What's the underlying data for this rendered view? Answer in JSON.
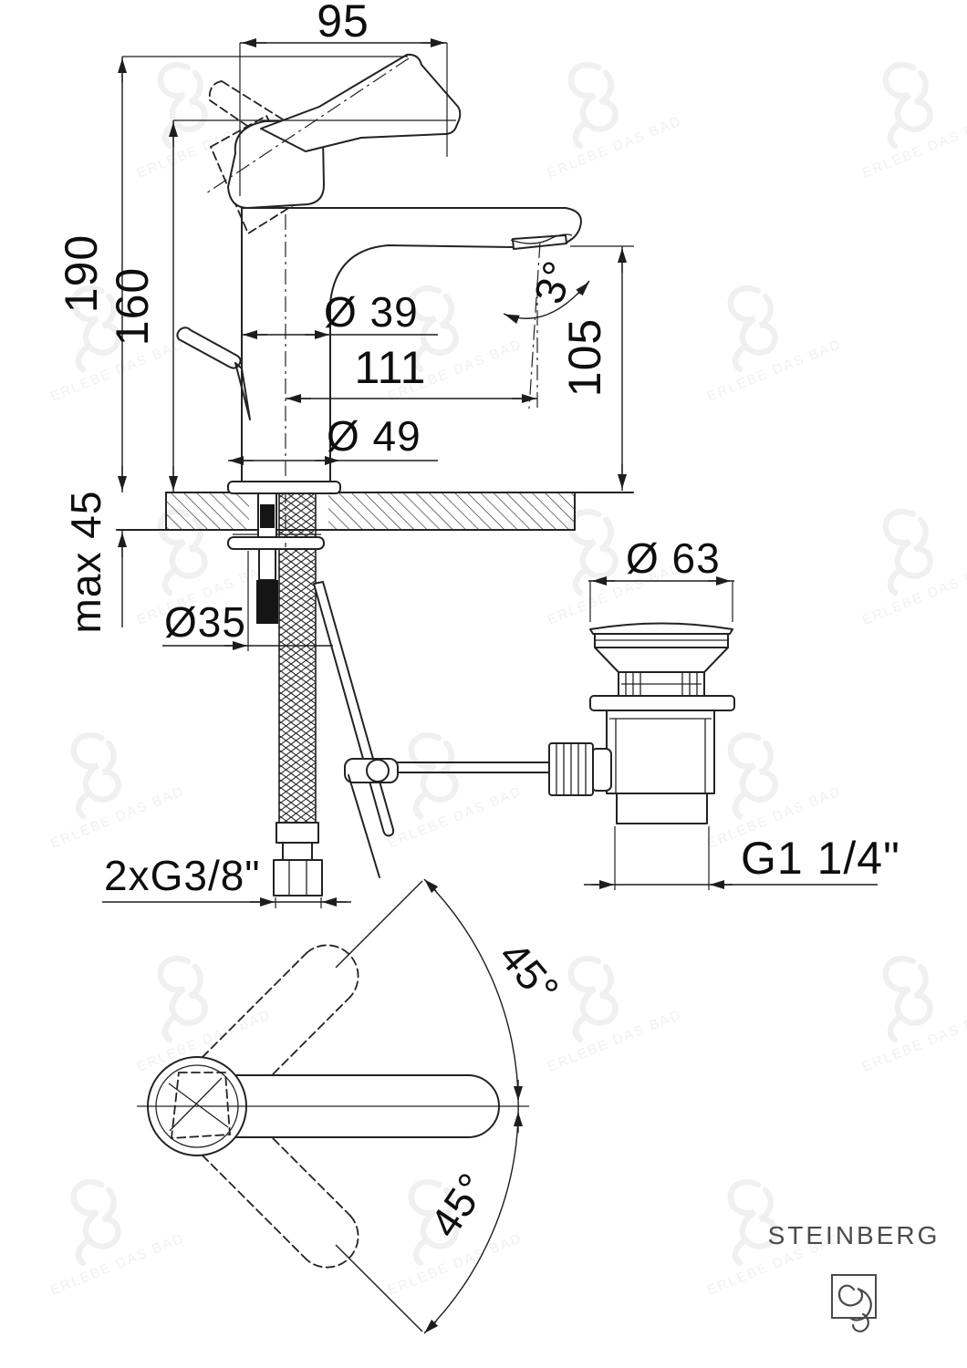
{
  "watermark": {
    "text": "ERLEBE DAS BAD"
  },
  "logo": {
    "brand": "STEINBERG"
  },
  "dims": {
    "spout_width": "95",
    "total_height": "190",
    "body_height": "160",
    "body_diameter": "Ø 39",
    "spout_angle": "3°",
    "spout_reach": "111",
    "outlet_height": "105",
    "base_diameter": "Ø 49",
    "max_counter": "max 45",
    "hole_diameter": "Ø35",
    "supply_thread": "2xG3/8\"",
    "drain_diameter": "Ø 63",
    "drain_thread": "G1 1/4\"",
    "swivel_upper": "45°",
    "swivel_lower": "45°"
  },
  "colors": {
    "line": "#232323",
    "dim_text": "#0e0e0e",
    "logo_text": "#4a4a4a",
    "background": "#ffffff"
  }
}
